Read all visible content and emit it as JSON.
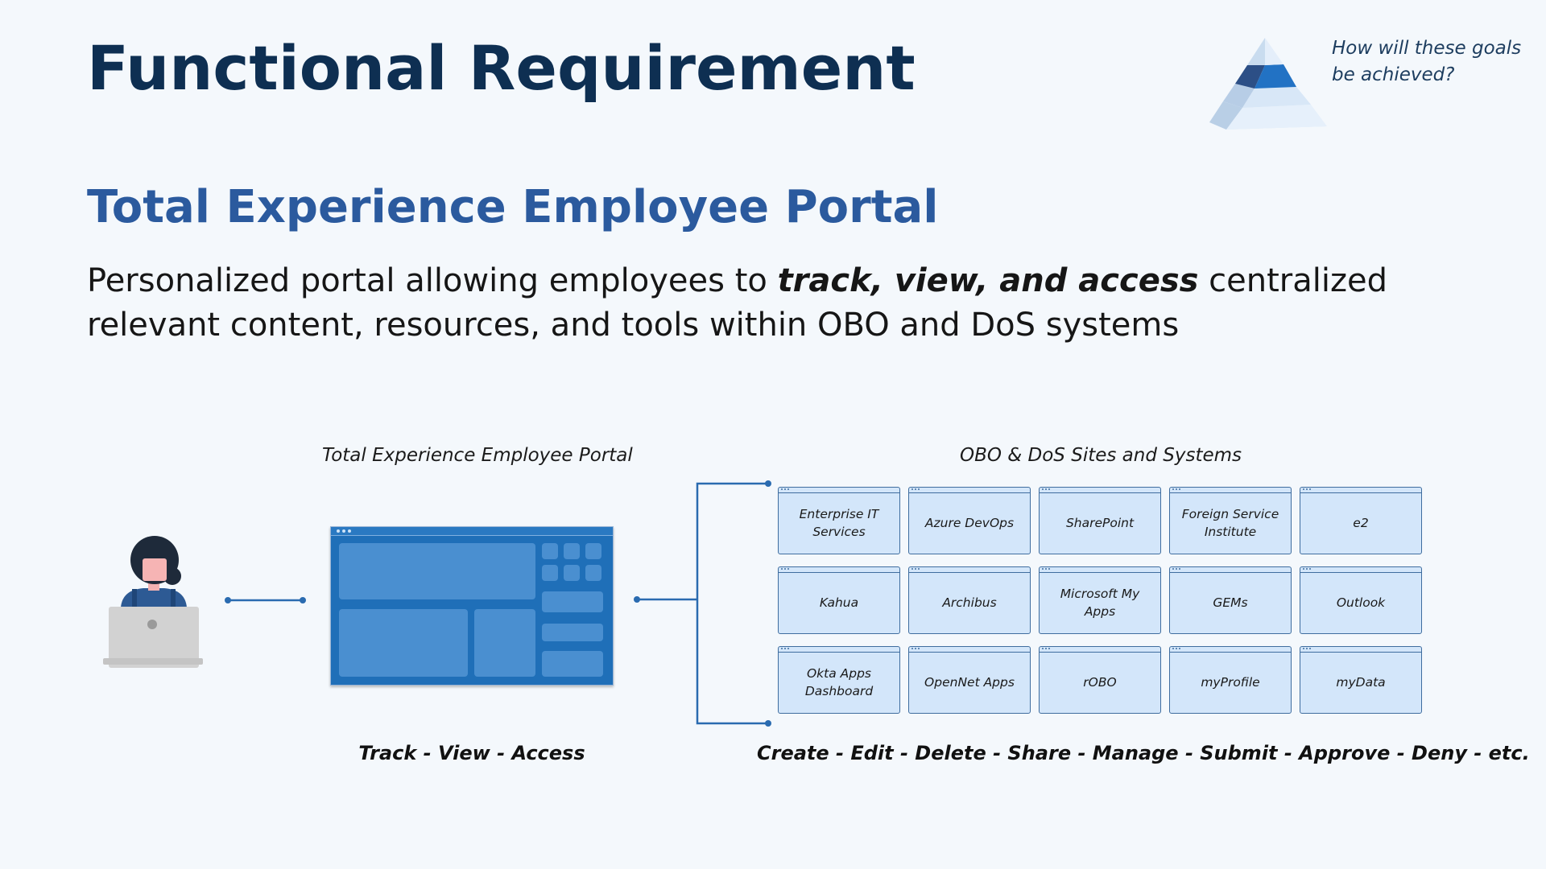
{
  "title": "Functional Requirement",
  "goal_question": "How will these goals be achieved?",
  "section_heading": "Total Experience Employee Portal",
  "description": {
    "before": "Personalized portal allowing employees to ",
    "emphasis": "track, view, and access",
    "after": " centralized relevant content, resources, and tools within OBO and DoS systems"
  },
  "diagram": {
    "portal_caption": "Total Experience Employee Portal",
    "systems_caption": "OBO & DoS Sites and Systems",
    "portal_actions": "Track - View - Access",
    "system_actions": "Create - Edit - Delete - Share - Manage - Submit - Approve - Deny - etc.",
    "systems": [
      [
        "Enterprise IT Services",
        "Azure DevOps",
        "SharePoint",
        "Foreign Service Institute",
        "e2"
      ],
      [
        "Kahua",
        "Archibus",
        "Microsoft My Apps",
        "GEMs",
        "Outlook"
      ],
      [
        "Okta Apps Dashboard",
        "OpenNet Apps",
        "rOBO",
        "myProfile",
        "myData"
      ]
    ]
  },
  "colors": {
    "title": "#0e2f52",
    "heading": "#2b5a9e",
    "connector": "#2a6bb0",
    "portal": "#1f6fb8",
    "card_fill": "#d3e6fa",
    "card_border": "#3f6d9f"
  },
  "icons": [
    "pyramid-icon",
    "user-at-laptop-icon",
    "portal-window-icon"
  ]
}
